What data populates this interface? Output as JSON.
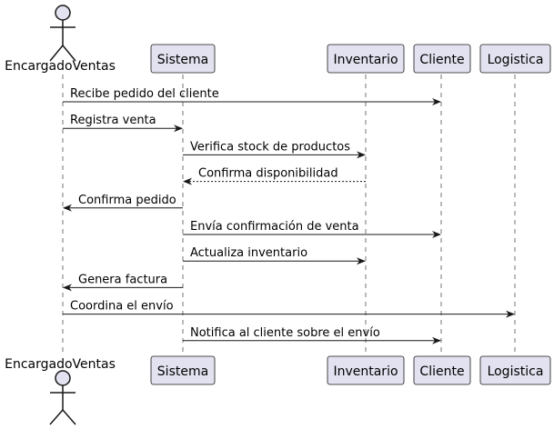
{
  "diagram": {
    "type": "sequence",
    "actor": {
      "name": "EncargadoVentas"
    },
    "participants": [
      {
        "id": "sistema",
        "name": "Sistema"
      },
      {
        "id": "inventario",
        "name": "Inventario"
      },
      {
        "id": "cliente",
        "name": "Cliente"
      },
      {
        "id": "logistica",
        "name": "Logistica"
      }
    ],
    "messages": [
      {
        "from": "encargado",
        "to": "cliente",
        "label": "Recibe pedido del cliente",
        "style": "solid"
      },
      {
        "from": "encargado",
        "to": "sistema",
        "label": "Registra venta",
        "style": "solid"
      },
      {
        "from": "sistema",
        "to": "inventario",
        "label": "Verifica stock de productos",
        "style": "solid"
      },
      {
        "from": "inventario",
        "to": "sistema",
        "label": "Confirma disponibilidad",
        "style": "dashed"
      },
      {
        "from": "sistema",
        "to": "encargado",
        "label": "Confirma pedido",
        "style": "solid"
      },
      {
        "from": "sistema",
        "to": "cliente",
        "label": "Envía confirmación de venta",
        "style": "solid"
      },
      {
        "from": "sistema",
        "to": "inventario",
        "label": "Actualiza inventario",
        "style": "solid"
      },
      {
        "from": "sistema",
        "to": "encargado",
        "label": "Genera factura",
        "style": "solid"
      },
      {
        "from": "encargado",
        "to": "logistica",
        "label": "Coordina el envío",
        "style": "solid"
      },
      {
        "from": "sistema",
        "to": "cliente",
        "label": "Notifica al cliente sobre el envío",
        "style": "solid"
      }
    ],
    "colors": {
      "participant_fill": "#E2E2F0",
      "participant_border": "#181818",
      "lifeline": "#181818",
      "arrow": "#181818"
    }
  }
}
